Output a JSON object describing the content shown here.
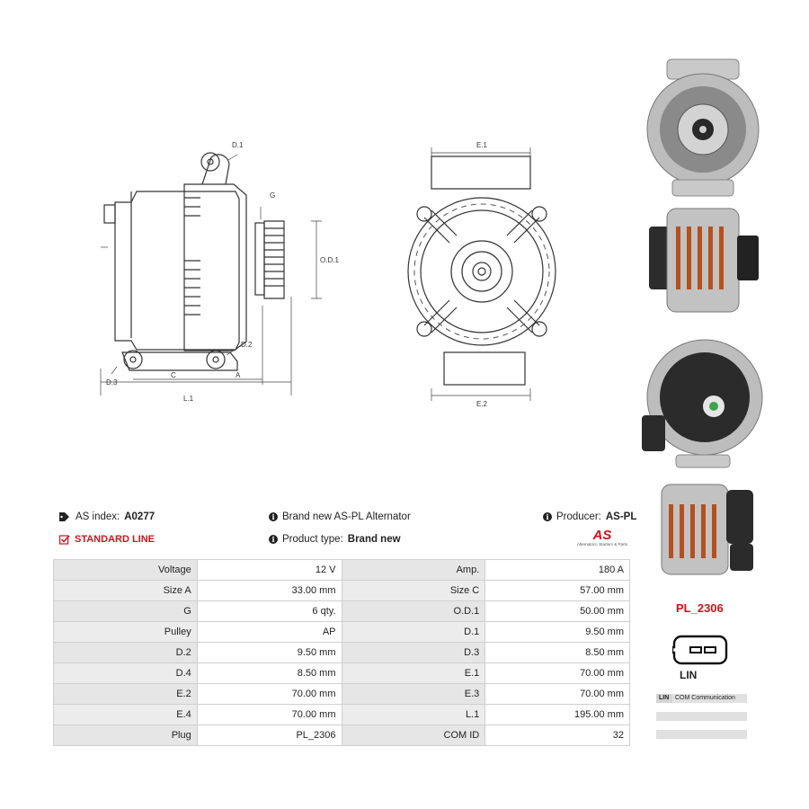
{
  "drawing_labels": {
    "d1": "D.1",
    "g": "G",
    "od1": "O.D.1",
    "d2": "D.2",
    "d3": "D.3",
    "c": "C",
    "a": "A",
    "l1": "L.1",
    "e1": "E.1",
    "e2": "E.2"
  },
  "info": {
    "as_index_label": "AS index:",
    "as_index_value": "A0277",
    "line": "STANDARD LINE",
    "description": "Brand new AS-PL Alternator",
    "product_type_label": "Product type:",
    "product_type_value": "Brand new",
    "producer_label": "Producer:",
    "producer_value": "AS-PL"
  },
  "logo": {
    "mark": "AS",
    "tagline": "Alternators, Starters & Parts"
  },
  "specs": [
    [
      "Voltage",
      "12 V",
      "Amp.",
      "180 A"
    ],
    [
      "Size A",
      "33.00 mm",
      "Size C",
      "57.00 mm"
    ],
    [
      "G",
      "6 qty.",
      "O.D.1",
      "50.00 mm"
    ],
    [
      "Pulley",
      "AP",
      "D.1",
      "9.50 mm"
    ],
    [
      "D.2",
      "9.50 mm",
      "D.3",
      "8.50 mm"
    ],
    [
      "D.4",
      "8.50 mm",
      "E.1",
      "70.00 mm"
    ],
    [
      "E.2",
      "70.00 mm",
      "E.3",
      "70.00 mm"
    ],
    [
      "E.4",
      "70.00 mm",
      "L.1",
      "195.00 mm"
    ],
    [
      "Plug",
      "PL_2306",
      "COM ID",
      "32"
    ]
  ],
  "plug": {
    "code": "PL_2306",
    "name": "LIN",
    "pins": [
      {
        "pin": "LIN",
        "desc": "COM Communication"
      }
    ]
  },
  "colors": {
    "accent": "#d0121b",
    "table_label_bg": "#e6e6e6",
    "border": "#cfcfcf"
  }
}
